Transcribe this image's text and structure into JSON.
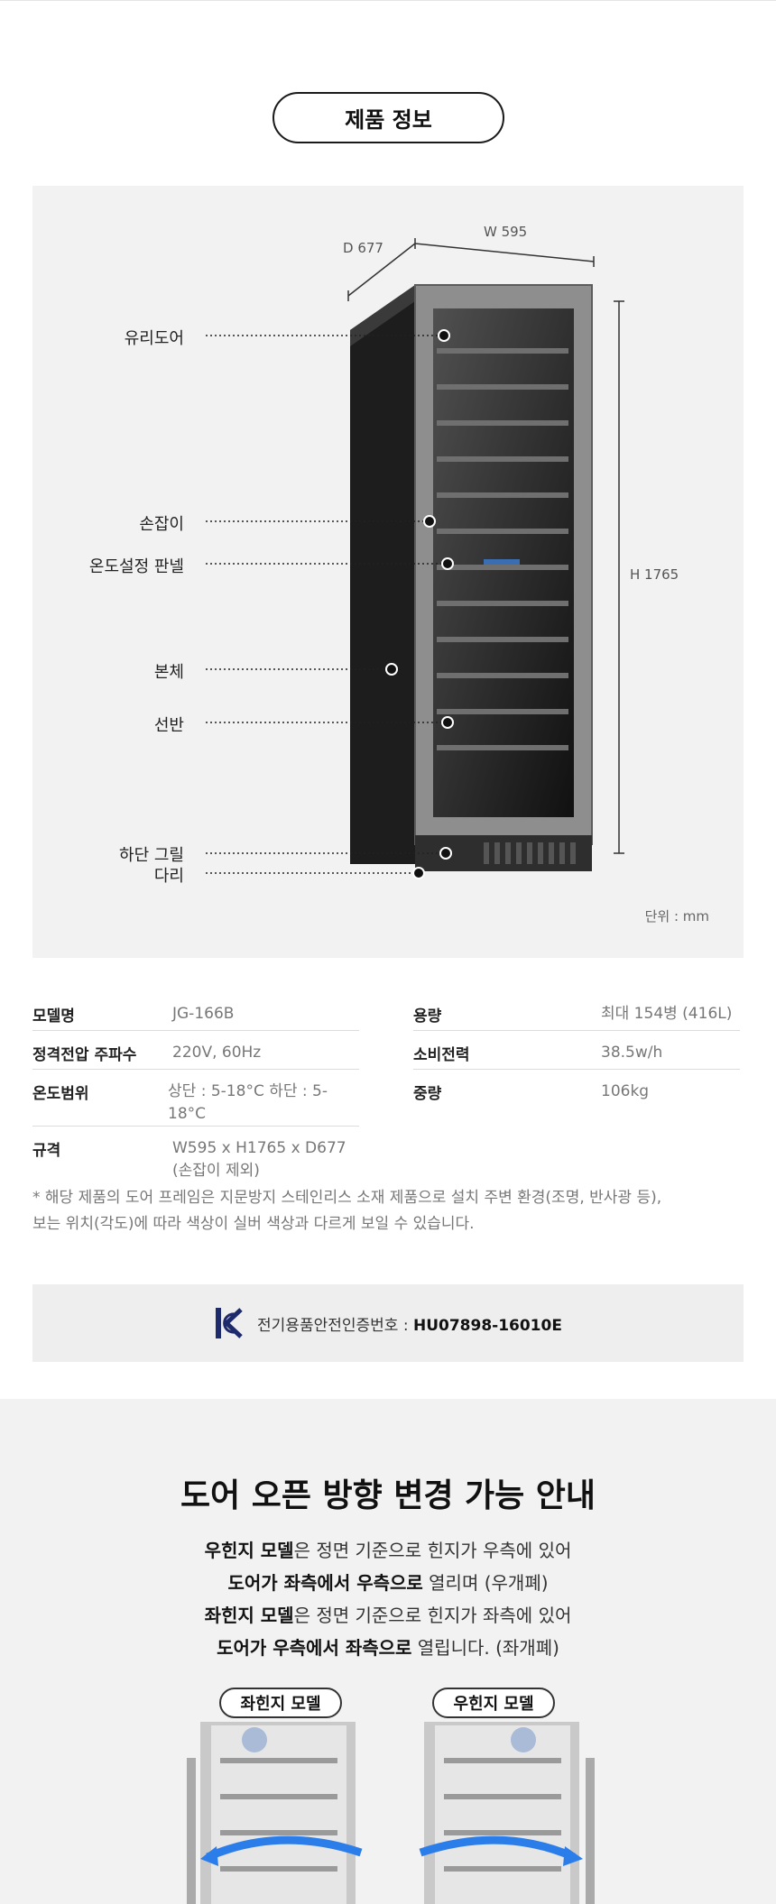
{
  "section_title": "제품 정보",
  "diagram": {
    "dimensions": {
      "depth": "D 677",
      "width": "W 595",
      "height": "H 1765"
    },
    "parts": [
      "유리도어",
      "손잡이",
      "온도설정 판넬",
      "본체",
      "선반",
      "하단 그릴",
      "다리"
    ],
    "unit": "단위 : mm"
  },
  "specs": {
    "left": [
      {
        "label": "모델명",
        "value": "JG-166B"
      },
      {
        "label": "정격전압 주파수",
        "value": "220V, 60Hz"
      },
      {
        "label": "온도범위",
        "value": "상단 : 5-18°C 하단 : 5-18°C"
      },
      {
        "label": "규격",
        "value": "W595 x H1765 x D677",
        "value2": "(손잡이 제외)"
      }
    ],
    "right": [
      {
        "label": "용량",
        "value": "최대 154병 (416L)"
      },
      {
        "label": "소비전력",
        "value": "38.5w/h"
      },
      {
        "label": "중량",
        "value": "106kg"
      }
    ]
  },
  "note": {
    "line1": "* 해당 제품의 도어 프레임은 지문방지 스테인리스 소재 제품으로 설치 주변 환경(조명, 반사광 등),",
    "line2": "보는 위치(각도)에 따라 색상이 실버 색상과 다르게 보일 수 있습니다."
  },
  "certification": {
    "label": "전기용품안전인증번호 : ",
    "number": "HU07898-16010E"
  },
  "door_change": {
    "title": "도어 오픈 방향 변경 가능 안내",
    "line1_bold": "우힌지 모델",
    "line1_rest": "은  정면 기준으로 힌지가 우측에 있어",
    "line2_bold": "도어가 좌측에서 우측으로",
    "line2_rest": " 열리며 (우개폐)",
    "line3_bold": "좌힌지 모델",
    "line3_rest": "은 정면 기준으로 힌지가 좌측에 있어",
    "line4_bold": "도어가 우측에서 좌측으로",
    "line4_rest": " 열립니다. (좌개폐)",
    "left_model": "좌힌지 모델",
    "right_model": "우힌지 모델"
  },
  "colors": {
    "accent_arrow": "#2b7de9",
    "panel_bg": "#f2f2f2",
    "cabinet": "#2a2a2a",
    "frame": "#8a8a8a"
  }
}
